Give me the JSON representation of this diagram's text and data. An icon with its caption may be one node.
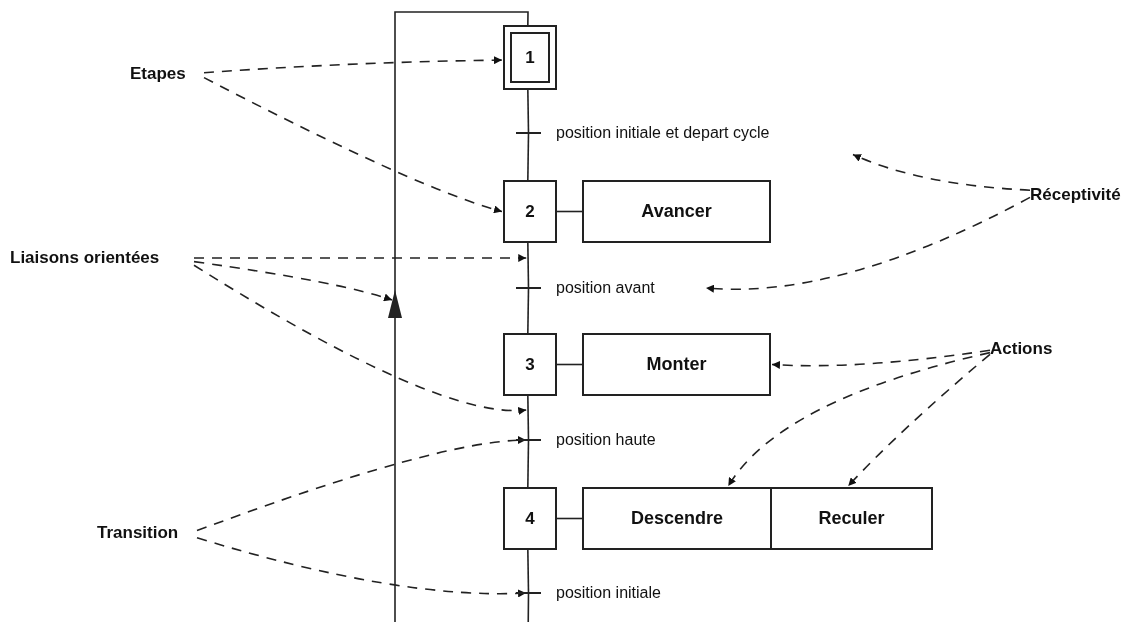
{
  "diagram": {
    "nodes": [
      {
        "text": [
          "Etapes"
        ]
      },
      {
        "text": [
          "Liaisons orientées"
        ]
      },
      {
        "text": [
          "Transition"
        ]
      },
      {
        "text": [
          "Réceptivité"
        ]
      },
      {
        "text": [
          "Actions"
        ]
      },
      {
        "text": [
          "1"
        ]
      },
      {
        "text": [
          "2"
        ]
      },
      {
        "text": [
          "Avancer"
        ]
      },
      {
        "text": [
          "3"
        ]
      },
      {
        "text": [
          "Monter"
        ]
      },
      {
        "text": [
          "4"
        ]
      },
      {
        "text": [
          "Descendre"
        ]
      },
      {
        "text": [
          "Reculer"
        ]
      },
      {
        "text": [
          "position initiale et depart cycle"
        ]
      },
      {
        "text": [
          "position avant"
        ]
      },
      {
        "text": [
          "position haute"
        ]
      },
      {
        "text": [
          "position initiale"
        ]
      },
      {
        "text": [],
        "shape": "bar"
      },
      {
        "text": [],
        "shape": "bar"
      },
      {
        "text": [],
        "shape": "bar"
      },
      {
        "text": [],
        "shape": "bar"
      }
    ],
    "edges": [
      {
        "from": 5,
        "to": 17,
        "arrow": "none"
      },
      {
        "from": 17,
        "to": 6,
        "arrow": "none"
      },
      {
        "from": 6,
        "to": 18,
        "arrow": "none"
      },
      {
        "from": 18,
        "to": 8,
        "arrow": "none"
      },
      {
        "from": 8,
        "to": 19,
        "arrow": "none"
      },
      {
        "from": 19,
        "to": 10,
        "arrow": "none"
      },
      {
        "from": 10,
        "to": 20,
        "arrow": "none"
      },
      {
        "from": 20,
        "to": 5,
        "arrow": "to"
      },
      {
        "from": 6,
        "to": 7,
        "arrow": "none"
      },
      {
        "from": 8,
        "to": 9,
        "arrow": "none"
      },
      {
        "from": 10,
        "to": 11,
        "arrow": "none"
      },
      {
        "from": 0,
        "to": 5,
        "arrow": "to",
        "style": "dashed"
      },
      {
        "from": 0,
        "to": 6,
        "arrow": "to",
        "style": "dashed"
      },
      {
        "from": 1,
        "to": 6,
        "arrow": "to",
        "style": "dashed"
      },
      {
        "from": 1,
        "to": null,
        "arrow": "to",
        "style": "dashed"
      },
      {
        "from": 1,
        "to": 8,
        "arrow": "to",
        "style": "dashed"
      },
      {
        "from": 2,
        "to": 19,
        "arrow": "to",
        "style": "dashed"
      },
      {
        "from": 2,
        "to": 20,
        "arrow": "to",
        "style": "dashed"
      },
      {
        "from": 3,
        "to": 13,
        "arrow": "to",
        "style": "dashed"
      },
      {
        "from": 3,
        "to": 14,
        "arrow": "to",
        "style": "dashed"
      },
      {
        "from": 4,
        "to": 9,
        "arrow": "to",
        "style": "dashed"
      },
      {
        "from": 4,
        "to": 11,
        "arrow": "to",
        "style": "dashed"
      },
      {
        "from": 4,
        "to": 12,
        "arrow": "to",
        "style": "dashed"
      }
    ]
  }
}
